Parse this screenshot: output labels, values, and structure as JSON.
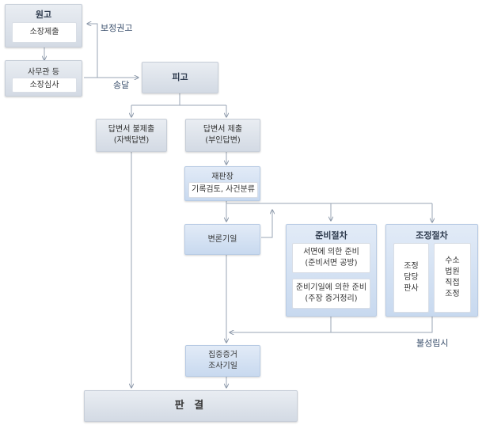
{
  "diagram": {
    "plaintiff": {
      "title": "원고",
      "inner": "소장제출"
    },
    "clerk": {
      "title": "사무관 등",
      "inner": "소장심사"
    },
    "defendant": {
      "title": "피고"
    },
    "labels": {
      "correction": "보정권고",
      "delivery": "송달",
      "failure": "불성립시"
    },
    "no_answer": {
      "line1": "답변서 불제출",
      "line2": "(자백답변)"
    },
    "answer": {
      "line1": "답변서 제출",
      "line2": "(부인답변)"
    },
    "presiding_judge": {
      "title": "재판장",
      "inner": "기록검토, 사건분류"
    },
    "hearing_date": {
      "title": "변론기일"
    },
    "preparation": {
      "title": "준비절차",
      "item1": {
        "line1": "서면에 의한 준비",
        "line2": "(준비서면 공방)"
      },
      "item2": {
        "line1": "준비기일에 의한 준비",
        "line2": "(주장 증거정리)"
      }
    },
    "mediation": {
      "title": "조정절차",
      "left": [
        "조정",
        "담당",
        "판사"
      ],
      "right": [
        "수소",
        "법원",
        "직접",
        "조정"
      ]
    },
    "concentrated": {
      "line1": "집중증거",
      "line2": "조사기일"
    },
    "judgment": {
      "title": "판 결"
    }
  },
  "colors": {
    "line": "#9aa6b6",
    "box": "#dde3ea",
    "blue_box": "#d3e1f3"
  }
}
